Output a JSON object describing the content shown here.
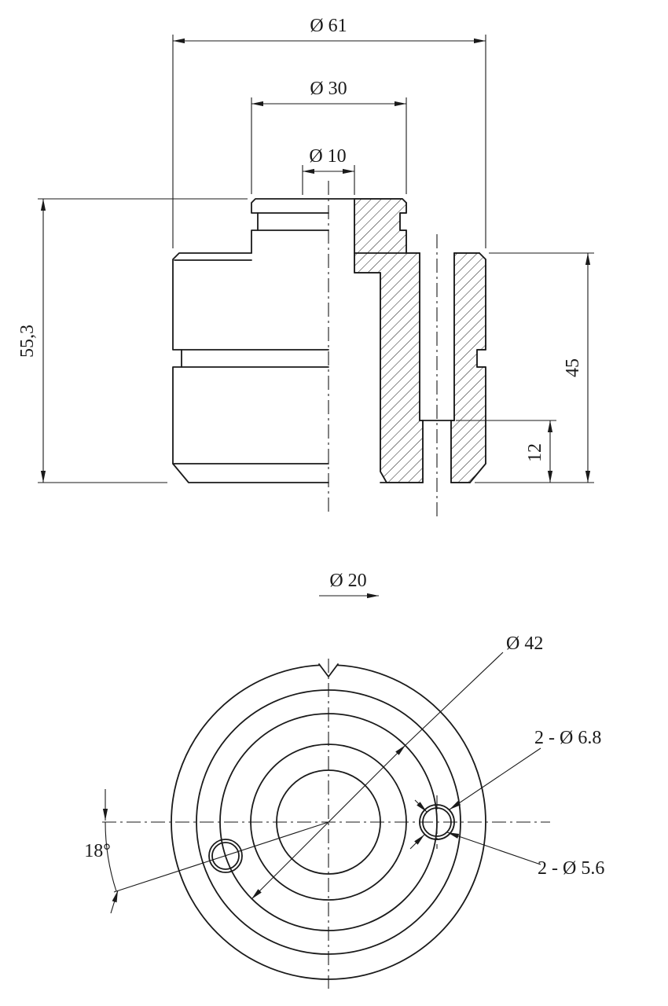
{
  "page": {
    "background": "#ffffff",
    "line_color": "#1a1a1a"
  },
  "section_view": {
    "dims": {
      "dia61": "Ø 61",
      "dia30": "Ø 30",
      "dia10": "Ø 10",
      "total_height": "55,3",
      "body_height": "45",
      "hole_depth": "12"
    }
  },
  "front_view": {
    "dims": {
      "dia20": "Ø 20",
      "bolt_circle": "Ø 42",
      "counterbore_holes": "2 - Ø 6.8",
      "through_holes": "2 - Ø 5.6",
      "hole_angle": "18°"
    }
  }
}
